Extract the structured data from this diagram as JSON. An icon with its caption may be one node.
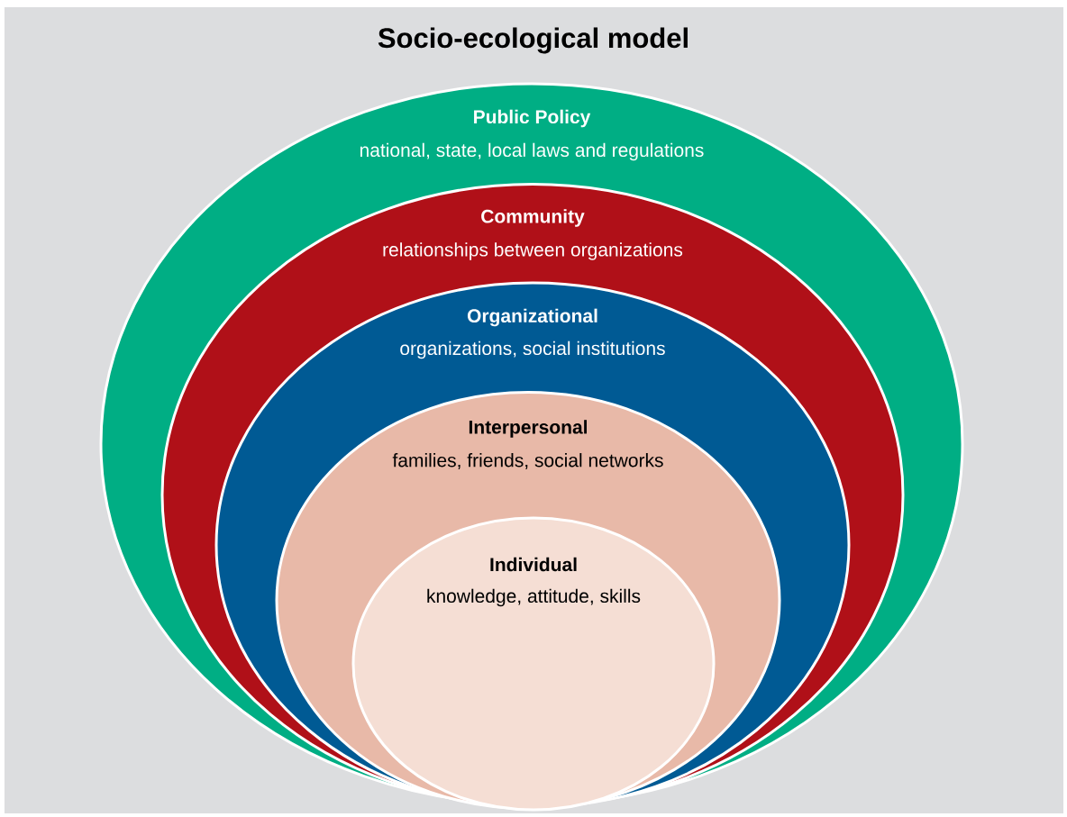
{
  "diagram": {
    "title": "Socio-ecological model",
    "nodes": [
      {
        "text": [
          "Public Policy",
          "national, state, local laws and regulations"
        ]
      },
      {
        "text": [
          "Community",
          "relationships between organizations"
        ],
        "in": 0
      },
      {
        "text": [
          "Organizational",
          "organizations, social institutions"
        ],
        "in": 1
      },
      {
        "text": [
          "Interpersonal",
          "families, friends, social networks"
        ],
        "in": 2
      },
      {
        "text": [
          "Individual",
          "knowledge, attitude, skills"
        ],
        "in": 3
      }
    ]
  }
}
